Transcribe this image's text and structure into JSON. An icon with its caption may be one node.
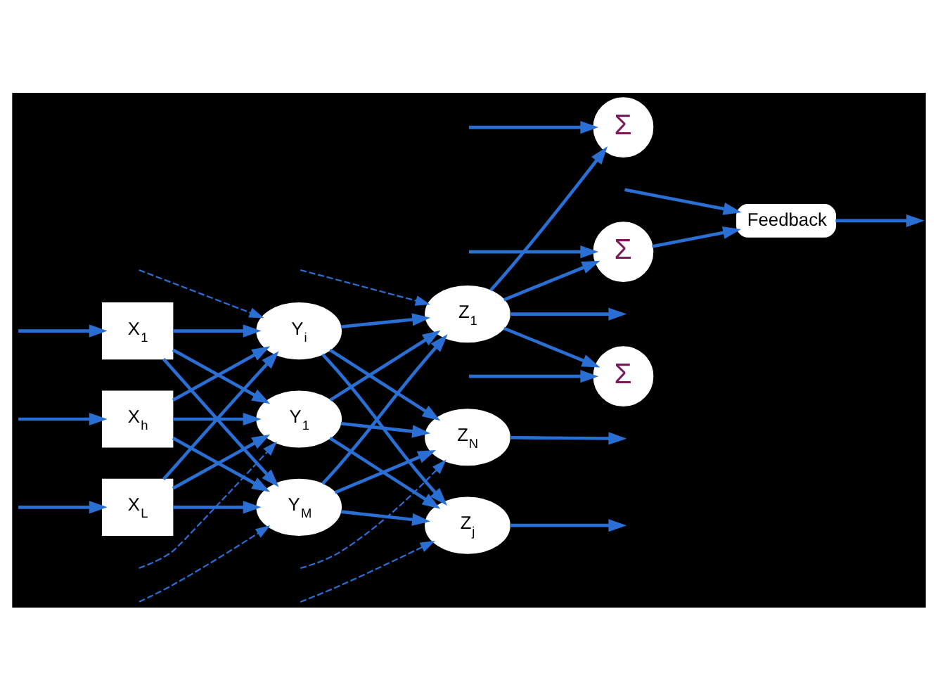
{
  "diagram": {
    "nodes": [
      {
        "text": [
          "X$_{1}$"
        ]
      },
      {
        "text": [
          "X$_{h}$"
        ]
      },
      {
        "text": [
          "X$_{L}$"
        ]
      },
      {
        "text": [
          "Y$_{1}$"
        ]
      },
      {
        "text": [
          "Y$_{i}$"
        ]
      },
      {
        "text": [
          "Y$_{M}$"
        ]
      },
      {
        "text": [
          "Z$_{1}$"
        ]
      },
      {
        "text": [
          "Z$_{j}$"
        ]
      },
      {
        "text": [
          "Z$_{N}$"
        ]
      },
      {
        "text": [
          "Σ"
        ]
      },
      {
        "text": [
          "Σ"
        ]
      },
      {
        "text": [
          "Σ"
        ]
      },
      {
        "text": [
          "Feedback"
        ]
      }
    ],
    "edges": [
      {
        "from": null,
        "to": 0,
        "arrow": "to"
      },
      {
        "from": null,
        "to": 1,
        "arrow": "to"
      },
      {
        "from": null,
        "to": 2,
        "arrow": "to"
      },
      {
        "from": 0,
        "to": 3,
        "arrow": "to"
      },
      {
        "from": 0,
        "to": 4,
        "arrow": "to"
      },
      {
        "from": 0,
        "to": 5,
        "arrow": "to"
      },
      {
        "from": 1,
        "to": 3,
        "arrow": "to"
      },
      {
        "from": 1,
        "to": 4,
        "arrow": "to"
      },
      {
        "from": 1,
        "to": 5,
        "arrow": "to"
      },
      {
        "from": 2,
        "to": 3,
        "arrow": "to"
      },
      {
        "from": 2,
        "to": 4,
        "arrow": "to"
      },
      {
        "from": 2,
        "to": 5,
        "arrow": "to"
      },
      {
        "from": null,
        "to": 3,
        "arrow": "to",
        "style": "dashed"
      },
      {
        "from": null,
        "to": 4,
        "arrow": "to",
        "style": "dashed"
      },
      {
        "from": null,
        "to": 5,
        "arrow": "to",
        "style": "dashed"
      },
      {
        "from": 3,
        "to": 6,
        "arrow": "to"
      },
      {
        "from": 3,
        "to": 7,
        "arrow": "to"
      },
      {
        "from": 3,
        "to": 8,
        "arrow": "to"
      },
      {
        "from": 4,
        "to": 6,
        "arrow": "to"
      },
      {
        "from": 4,
        "to": 7,
        "arrow": "to"
      },
      {
        "from": 4,
        "to": 8,
        "arrow": "to"
      },
      {
        "from": 5,
        "to": 6,
        "arrow": "to"
      },
      {
        "from": 5,
        "to": 7,
        "arrow": "to"
      },
      {
        "from": 5,
        "to": 8,
        "arrow": "to"
      },
      {
        "from": null,
        "to": 6,
        "arrow": "to",
        "style": "dashed"
      },
      {
        "from": null,
        "to": 7,
        "arrow": "to",
        "style": "dashed"
      },
      {
        "from": null,
        "to": 8,
        "arrow": "to",
        "style": "dashed"
      },
      {
        "from": 6,
        "to": null,
        "arrow": "to"
      },
      {
        "from": 7,
        "to": null,
        "arrow": "to"
      },
      {
        "from": 8,
        "to": null,
        "arrow": "to"
      },
      {
        "from": 6,
        "to": 9,
        "arrow": "to"
      },
      {
        "from": 6,
        "to": 10,
        "arrow": "to"
      },
      {
        "from": 6,
        "to": 11,
        "arrow": "to"
      },
      {
        "from": null,
        "to": 9,
        "arrow": "to"
      },
      {
        "from": null,
        "to": 10,
        "arrow": "to"
      },
      {
        "from": null,
        "to": 11,
        "arrow": "to"
      },
      {
        "from": 10,
        "to": 12,
        "arrow": "to"
      },
      {
        "from": null,
        "to": 12,
        "arrow": "to"
      },
      {
        "from": 12,
        "to": null,
        "arrow": "to"
      }
    ]
  }
}
